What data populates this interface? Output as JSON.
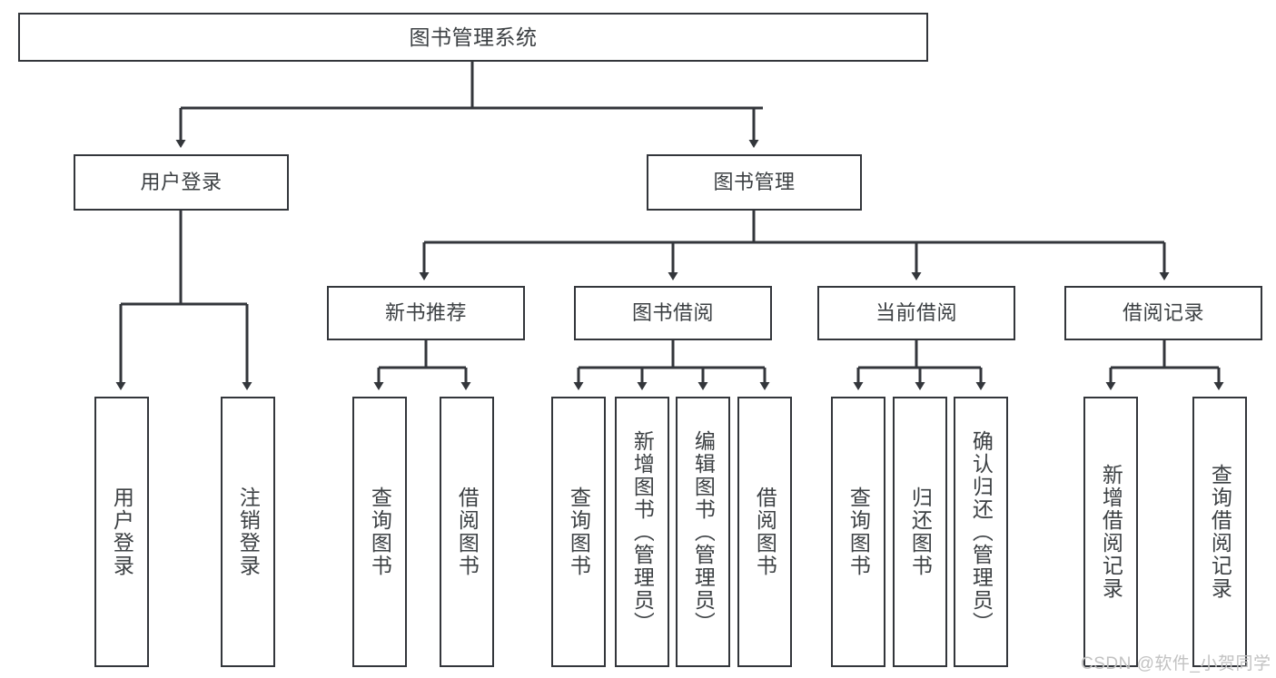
{
  "diagram": {
    "title": "图书管理系统",
    "type": "tree",
    "line_color": "#33363b",
    "text_color": "#3c4043",
    "background": "#ffffff",
    "watermark": "CSDN @软件_小贺同学"
  },
  "nodes": {
    "root": {
      "label": "图书管理系统"
    },
    "level1": [
      {
        "label": "用户登录"
      },
      {
        "label": "图书管理"
      }
    ],
    "level2": [
      {
        "label": "新书推荐"
      },
      {
        "label": "图书借阅"
      },
      {
        "label": "当前借阅"
      },
      {
        "label": "借阅记录"
      }
    ],
    "leaves": {
      "user_login": [
        {
          "label": "用户登录"
        },
        {
          "label": "注销登录"
        }
      ],
      "new_book": [
        {
          "label": "查询图书"
        },
        {
          "label": "借阅图书"
        }
      ],
      "book_borrow": [
        {
          "label": "查询图书"
        },
        {
          "label": "新增图书（管理员）"
        },
        {
          "label": "编辑图书（管理员）"
        },
        {
          "label": "借阅图书"
        }
      ],
      "current_borrow": [
        {
          "label": "查询图书"
        },
        {
          "label": "归还图书"
        },
        {
          "label": "确认归还（管理员）"
        }
      ],
      "borrow_record": [
        {
          "label": "新增借阅记录"
        },
        {
          "label": "查询借阅记录"
        }
      ]
    }
  }
}
